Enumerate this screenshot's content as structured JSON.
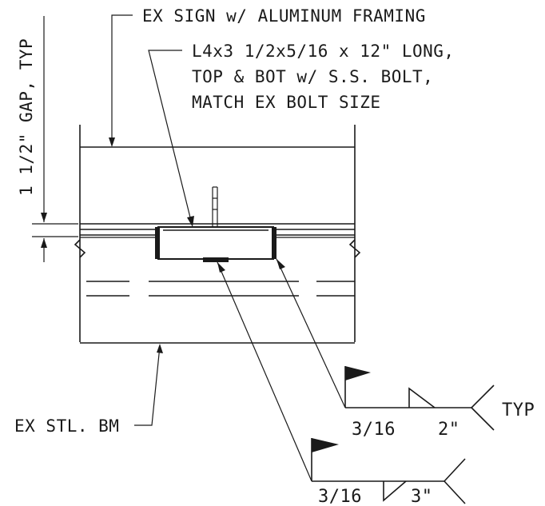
{
  "notes": {
    "sign": "EX SIGN w/ ALUMINUM FRAMING",
    "angle_line1": "L4x3 1/2x5/16 x 12\" LONG,",
    "angle_line2": "TOP & BOT w/ S.S. BOLT,",
    "angle_line3": "MATCH EX BOLT SIZE",
    "gap": "1 1/2\" GAP, TYP",
    "beam": "EX STL. BM"
  },
  "welds": {
    "upper": {
      "size": "3/16",
      "length": "2\"",
      "tail": "TYP"
    },
    "lower": {
      "size": "3/16",
      "length": "3\""
    }
  }
}
